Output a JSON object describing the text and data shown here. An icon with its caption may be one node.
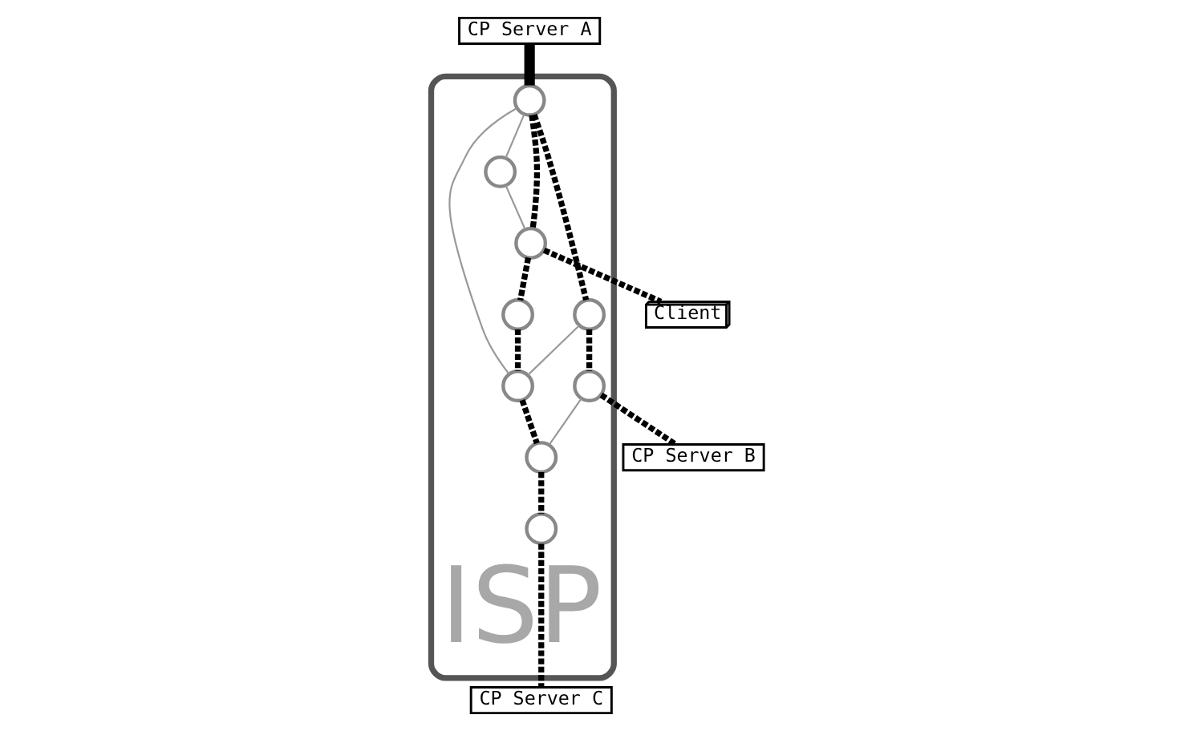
{
  "diagram": {
    "nodes": [
      {
        "text": [
          "CP Server A"
        ]
      },
      {
        "text": [
          "CP Server B"
        ]
      },
      {
        "text": [
          "ISP"
        ]
      },
      {
        "text": [],
        "shape": "circle",
        "in": 2
      },
      {
        "text": [],
        "shape": "circle",
        "in": 2
      },
      {
        "text": [],
        "shape": "circle",
        "in": 2
      },
      {
        "text": [],
        "shape": "circle",
        "in": 2
      },
      {
        "text": [],
        "shape": "circle",
        "in": 2
      },
      {
        "text": [],
        "shape": "circle",
        "in": 2
      },
      {
        "text": [],
        "shape": "circle",
        "in": 2
      },
      {
        "text": [],
        "shape": "circle",
        "in": 2
      },
      {
        "text": [],
        "shape": "circle",
        "in": 2
      },
      {
        "text": [
          "CP Server C"
        ]
      },
      {
        "text": [
          "Client"
        ]
      }
    ],
    "edges": [
      {
        "from": 0,
        "to": 3,
        "arrow": "none",
        "style": "thick"
      },
      {
        "from": 3,
        "to": 10,
        "arrow": "none",
        "style": "dashed"
      },
      {
        "from": 10,
        "to": 13,
        "arrow": "none",
        "style": "dashed"
      },
      {
        "from": 3,
        "to": 4,
        "arrow": "none",
        "style": "dashed"
      },
      {
        "from": 4,
        "to": 5,
        "arrow": "none",
        "style": "dashed"
      },
      {
        "from": 5,
        "to": 1,
        "arrow": "none",
        "style": "dashed"
      },
      {
        "from": 10,
        "to": 11,
        "arrow": "none",
        "style": "dashed"
      },
      {
        "from": 11,
        "to": 8,
        "arrow": "none",
        "style": "dashed"
      },
      {
        "from": 8,
        "to": 6,
        "arrow": "none",
        "style": "dashed"
      },
      {
        "from": 6,
        "to": 9,
        "arrow": "none",
        "style": "dashed"
      },
      {
        "from": 9,
        "to": 12,
        "arrow": "none",
        "style": "dashed"
      },
      {
        "from": 3,
        "to": 7,
        "arrow": "none",
        "color": "#999999"
      },
      {
        "from": 3,
        "to": 8,
        "arrow": "none",
        "color": "#999999"
      },
      {
        "from": 4,
        "to": 8,
        "arrow": "none",
        "color": "#999999"
      },
      {
        "from": 5,
        "to": 6,
        "arrow": "none",
        "color": "#999999"
      },
      {
        "from": 7,
        "to": 10,
        "arrow": "none",
        "color": "#999999"
      }
    ]
  }
}
